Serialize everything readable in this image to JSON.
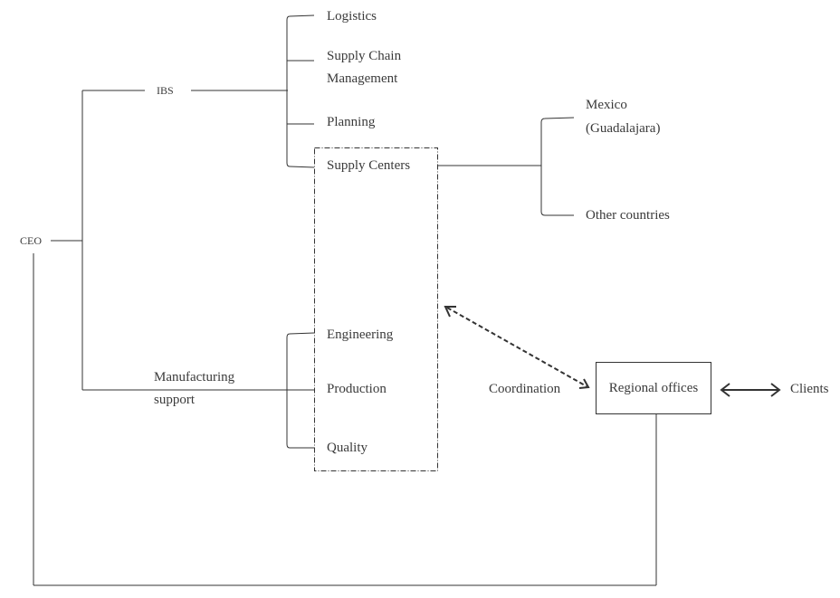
{
  "diagram": {
    "type": "organizational-chart",
    "root": "CEO",
    "nodes": {
      "ceo": "CEO",
      "ibs": "IBS",
      "logistics": "Logistics",
      "scm_line1": "Supply Chain",
      "scm_line2": "Management",
      "planning": "Planning",
      "supply_centers": "Supply Centers",
      "mexico_line1": "Mexico",
      "mexico_line2": "(Guadalajara)",
      "other_countries": "Other countries",
      "mfg_line1": "Manufacturing",
      "mfg_line2": "support",
      "engineering": "Engineering",
      "production": "Production",
      "quality": "Quality",
      "coordination": "Coordination",
      "regional_offices": "Regional offices",
      "clients": "Clients"
    },
    "edges": [
      {
        "from": "CEO",
        "to": "IBS",
        "style": "solid"
      },
      {
        "from": "CEO",
        "to": "Manufacturing support",
        "style": "solid"
      },
      {
        "from": "CEO",
        "to": "Regional offices",
        "style": "solid"
      },
      {
        "from": "IBS",
        "to": "Logistics",
        "style": "solid"
      },
      {
        "from": "IBS",
        "to": "Supply Chain Management",
        "style": "solid"
      },
      {
        "from": "IBS",
        "to": "Planning",
        "style": "solid"
      },
      {
        "from": "IBS",
        "to": "Supply Centers",
        "style": "solid"
      },
      {
        "from": "Supply Centers",
        "to": "Mexico (Guadalajara)",
        "style": "solid"
      },
      {
        "from": "Supply Centers",
        "to": "Other countries",
        "style": "solid"
      },
      {
        "from": "Manufacturing support",
        "to": "Engineering",
        "style": "solid"
      },
      {
        "from": "Manufacturing support",
        "to": "Production",
        "style": "solid"
      },
      {
        "from": "Manufacturing support",
        "to": "Quality",
        "style": "solid"
      },
      {
        "from": "Supply Centers / Manufacturing group",
        "to": "Regional offices",
        "style": "dashed-bidirectional",
        "label": "Coordination"
      },
      {
        "from": "Regional offices",
        "to": "Clients",
        "style": "solid-bidirectional"
      }
    ],
    "groups": [
      {
        "name": "operations-group",
        "members": [
          "Supply Centers",
          "Engineering",
          "Production",
          "Quality"
        ],
        "border": "dash-dot"
      }
    ],
    "colors": {
      "line": "#333333",
      "text": "#3a3a3a",
      "background": "#ffffff"
    }
  }
}
